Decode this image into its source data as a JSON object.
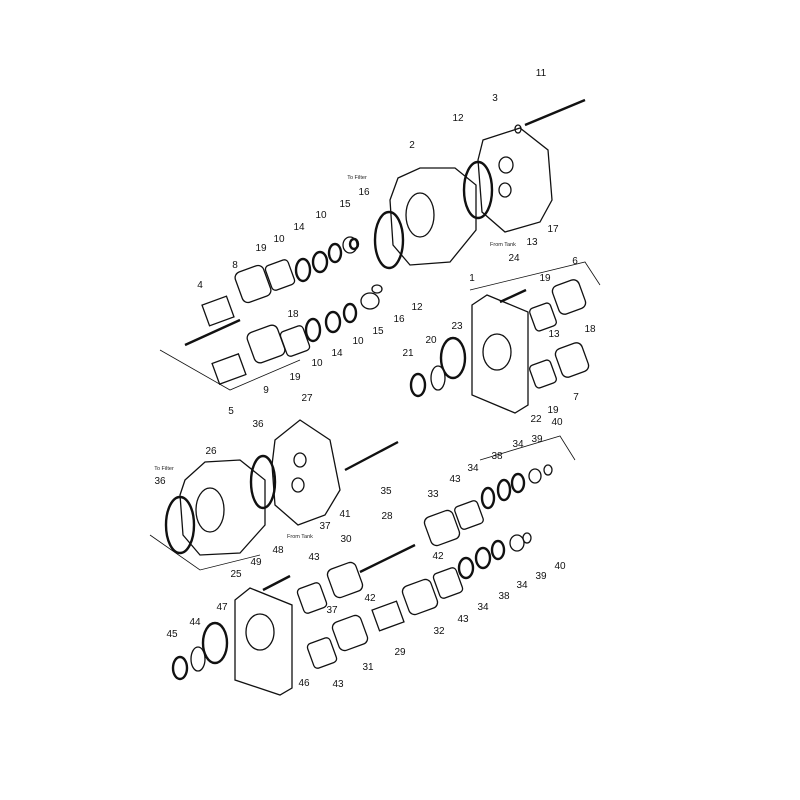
{
  "diagram": {
    "type": "exploded parts diagram (gear pump)",
    "colors": {
      "line": "#111111",
      "background": "#ffffff"
    },
    "annotations": [
      "To Filter",
      "From Tank",
      "To Filter",
      "From Tank"
    ],
    "part_labels": [
      "11",
      "3",
      "12",
      "2",
      "16",
      "15",
      "10",
      "14",
      "10",
      "19",
      "8",
      "4",
      "18",
      "12",
      "16",
      "15",
      "10",
      "14",
      "10",
      "19",
      "9",
      "5",
      "24",
      "19",
      "6",
      "1",
      "23",
      "20",
      "21",
      "13",
      "18",
      "7",
      "19",
      "22",
      "17",
      "13",
      "27",
      "36",
      "26",
      "36",
      "35",
      "41",
      "37",
      "40",
      "39",
      "34",
      "38",
      "34",
      "43",
      "33",
      "28",
      "30",
      "42",
      "48",
      "49",
      "43",
      "25",
      "47",
      "44",
      "45",
      "42",
      "37",
      "29",
      "31",
      "32",
      "43",
      "34",
      "38",
      "34",
      "39",
      "40",
      "46",
      "43"
    ]
  }
}
